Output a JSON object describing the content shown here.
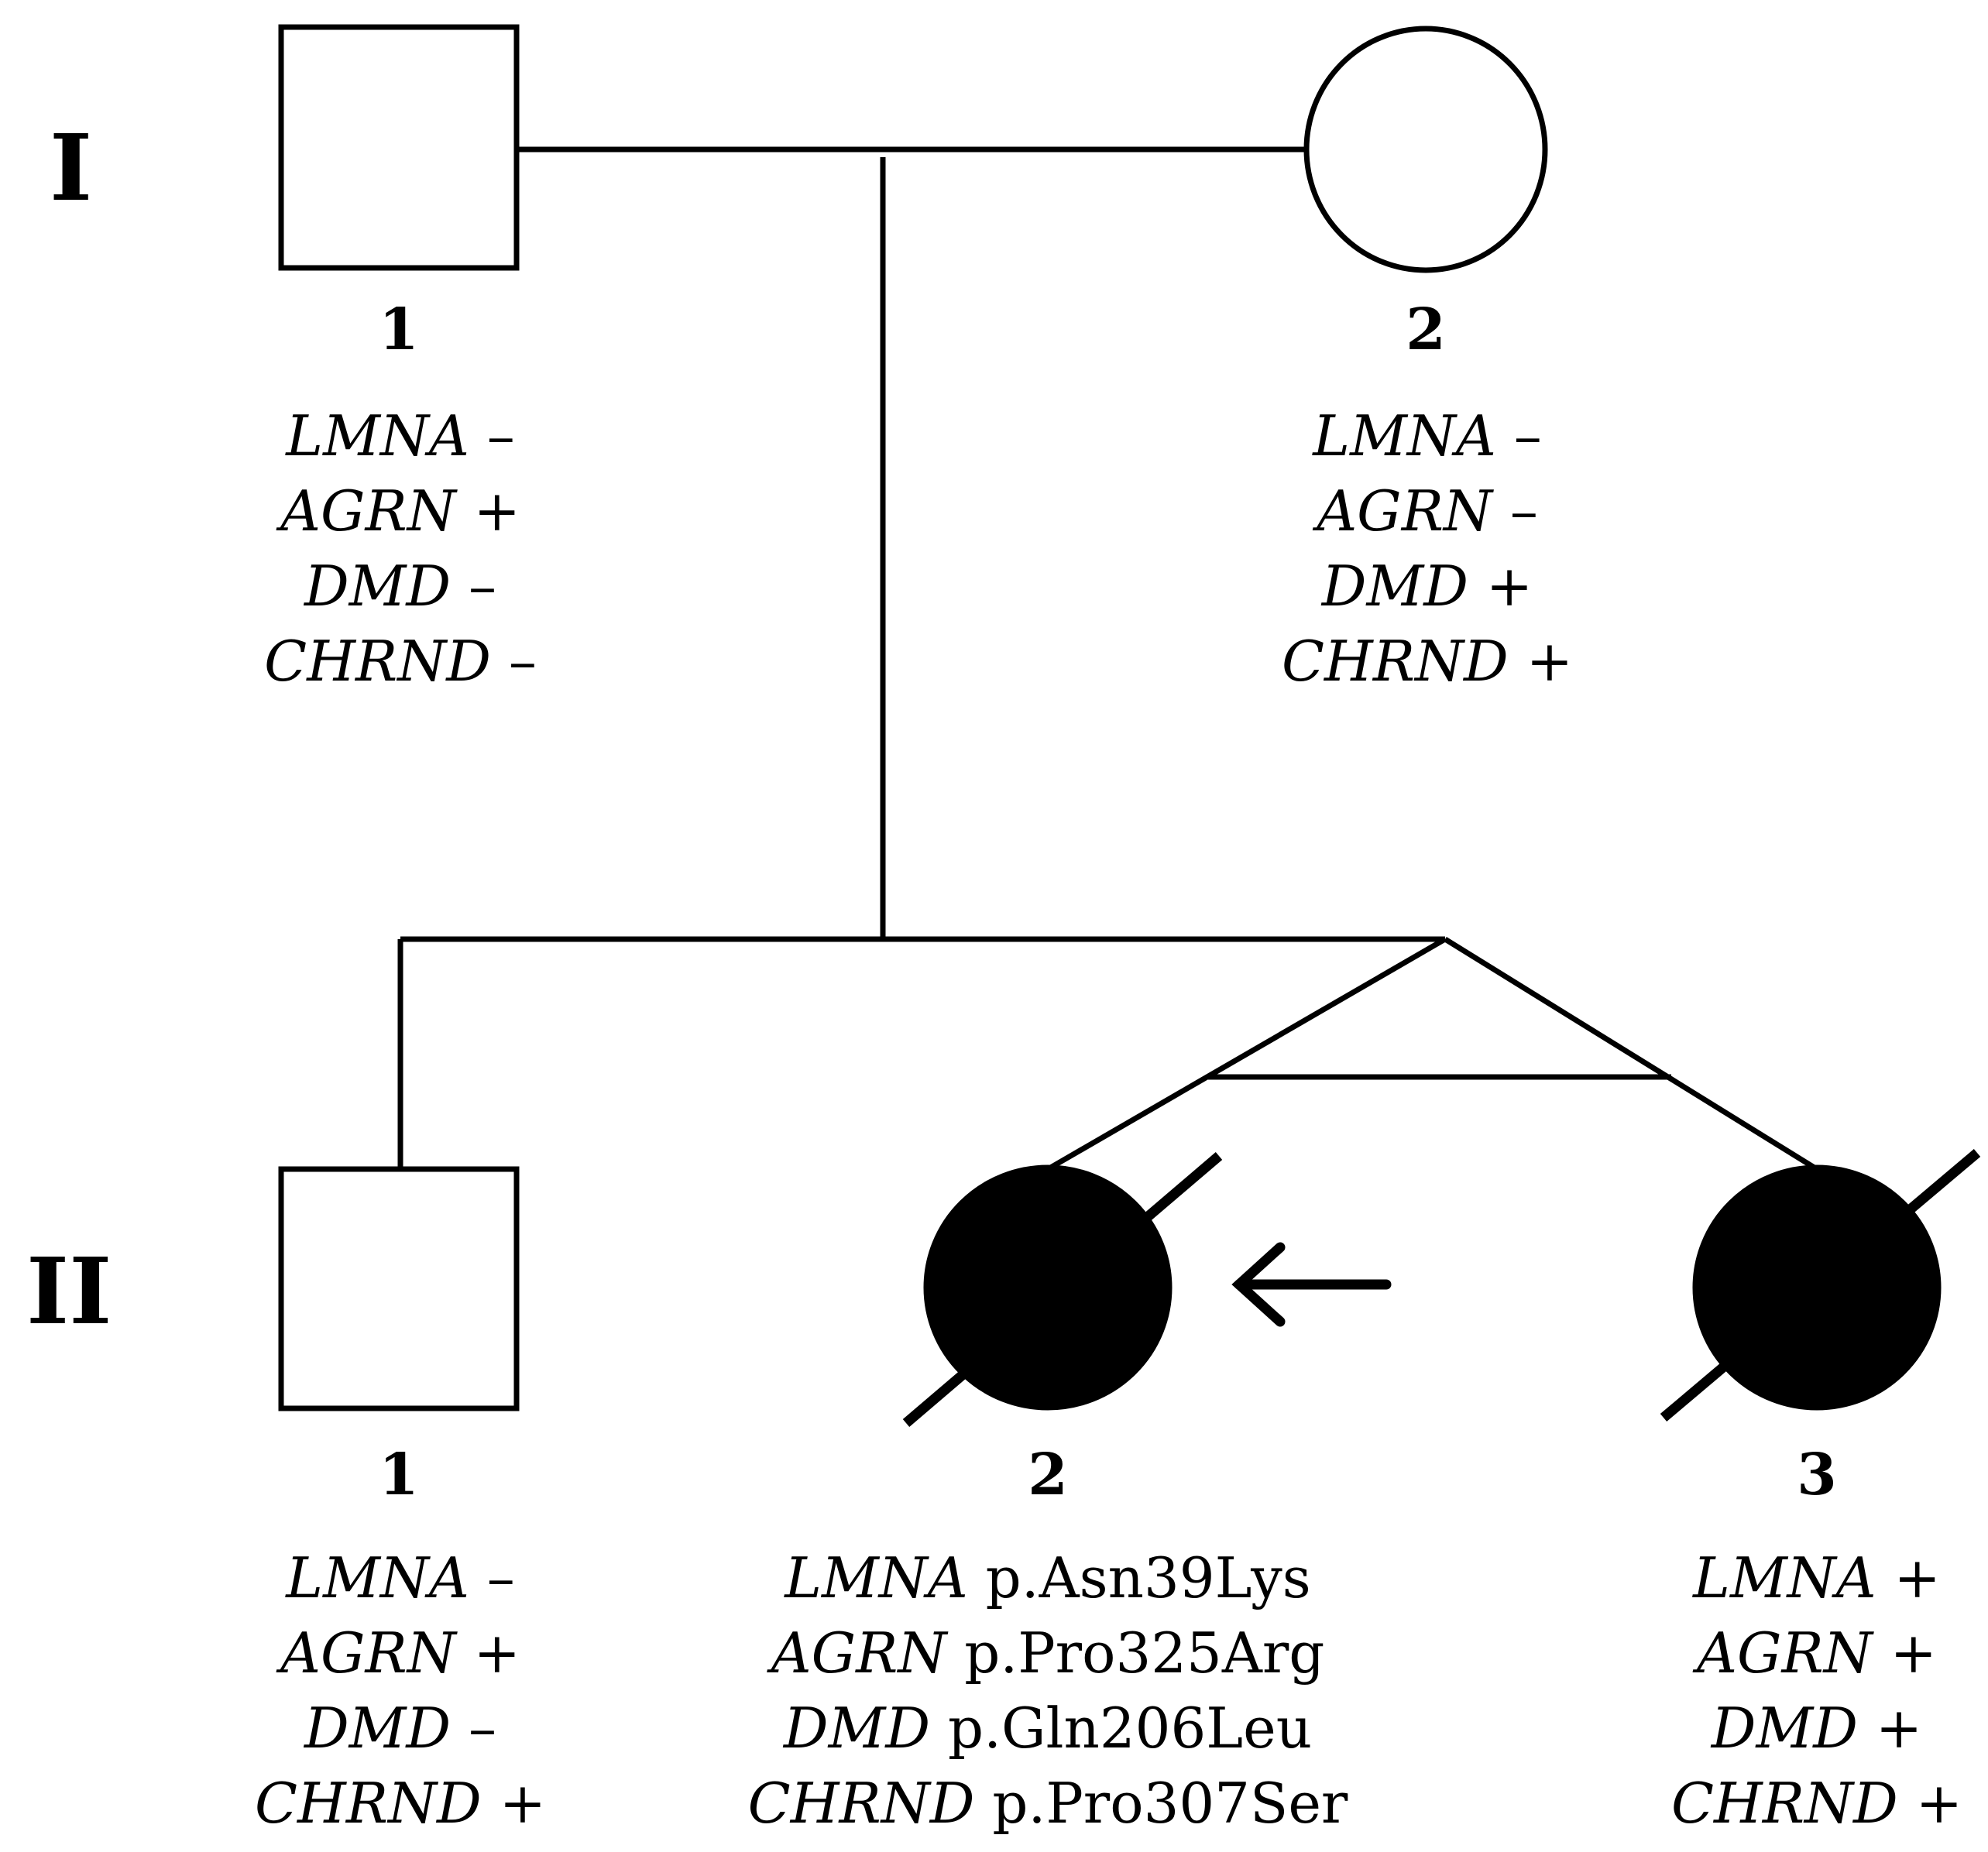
{
  "generations": {
    "I": "I",
    "II": "II"
  },
  "individuals": {
    "I_1": {
      "number": "1",
      "sex": "male",
      "affected": false,
      "deceased": false,
      "genotype": [
        {
          "gene": "LMNA",
          "status": "–"
        },
        {
          "gene": "AGRN",
          "status": "+"
        },
        {
          "gene": "DMD",
          "status": "–"
        },
        {
          "gene": "CHRND",
          "status": "–"
        }
      ]
    },
    "I_2": {
      "number": "2",
      "sex": "female",
      "affected": false,
      "deceased": false,
      "genotype": [
        {
          "gene": "LMNA",
          "status": "–"
        },
        {
          "gene": "AGRN",
          "status": "–"
        },
        {
          "gene": "DMD",
          "status": "+"
        },
        {
          "gene": "CHRND",
          "status": "+"
        }
      ]
    },
    "II_1": {
      "number": "1",
      "sex": "male",
      "affected": false,
      "deceased": false,
      "genotype": [
        {
          "gene": "LMNA",
          "status": "–"
        },
        {
          "gene": "AGRN",
          "status": "+"
        },
        {
          "gene": "DMD",
          "status": "–"
        },
        {
          "gene": "CHRND",
          "status": "+"
        }
      ]
    },
    "II_2": {
      "number": "2",
      "sex": "female",
      "affected": true,
      "deceased": true,
      "proband": true,
      "genotype": [
        {
          "gene": "LMNA",
          "status": "p.Asn39Lys"
        },
        {
          "gene": "AGRN",
          "status": "p.Pro325Arg"
        },
        {
          "gene": "DMD",
          "status": "p.Gln206Leu"
        },
        {
          "gene": "CHRND",
          "status": "p.Pro307Ser"
        }
      ]
    },
    "II_3": {
      "number": "3",
      "sex": "female",
      "affected": true,
      "deceased": true,
      "genotype": [
        {
          "gene": "LMNA",
          "status": "+"
        },
        {
          "gene": "AGRN",
          "status": "+"
        },
        {
          "gene": "DMD",
          "status": "+"
        },
        {
          "gene": "CHRND",
          "status": "+"
        }
      ]
    }
  },
  "colors": {
    "line": "#000000",
    "affected_fill": "#000000",
    "unaffected_fill": "#ffffff"
  },
  "relationships": {
    "II_2_II_3": "monozygotic twins"
  }
}
